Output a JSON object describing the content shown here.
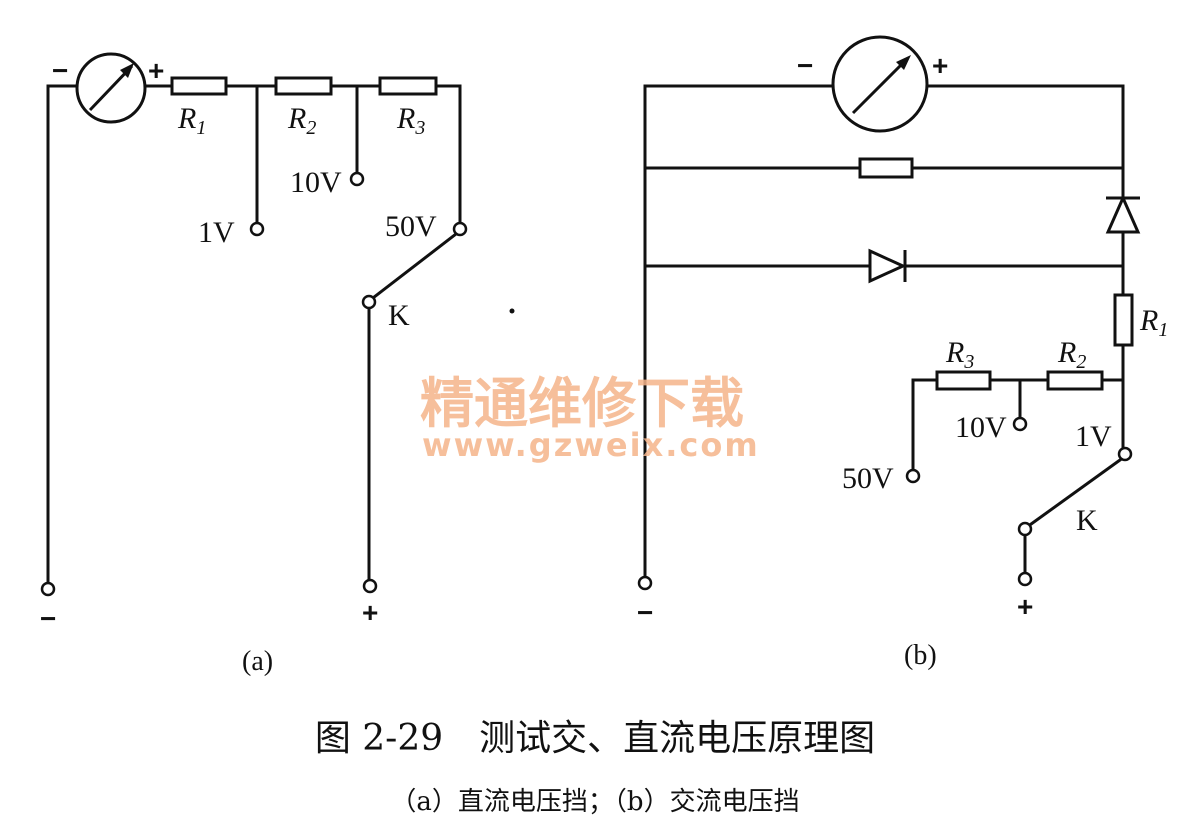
{
  "figure": {
    "title": "图 2-29　测试交、直流电压原理图",
    "subtitle": "（a）直流电压挡；（b）交流电压挡"
  },
  "panel_a": {
    "label": "(a)",
    "meter_minus": "−",
    "meter_plus": "+",
    "r1": "R",
    "r1_sub": "1",
    "r2": "R",
    "r2_sub": "2",
    "r3": "R",
    "r3_sub": "3",
    "tap_1v": "1V",
    "tap_10v": "10V",
    "tap_50v": "50V",
    "switch": "K",
    "term_minus": "−",
    "term_plus": "+"
  },
  "panel_b": {
    "label": "(b)",
    "meter_minus": "−",
    "meter_plus": "+",
    "r1": "R",
    "r1_sub": "1",
    "r2": "R",
    "r2_sub": "2",
    "r3": "R",
    "r3_sub": "3",
    "tap_1v": "1V",
    "tap_10v": "10V",
    "tap_50v": "50V",
    "switch": "K",
    "term_minus": "−",
    "term_plus": "+"
  },
  "watermark": {
    "cn": "精通维修下载",
    "url": "www.gzweix.com"
  }
}
